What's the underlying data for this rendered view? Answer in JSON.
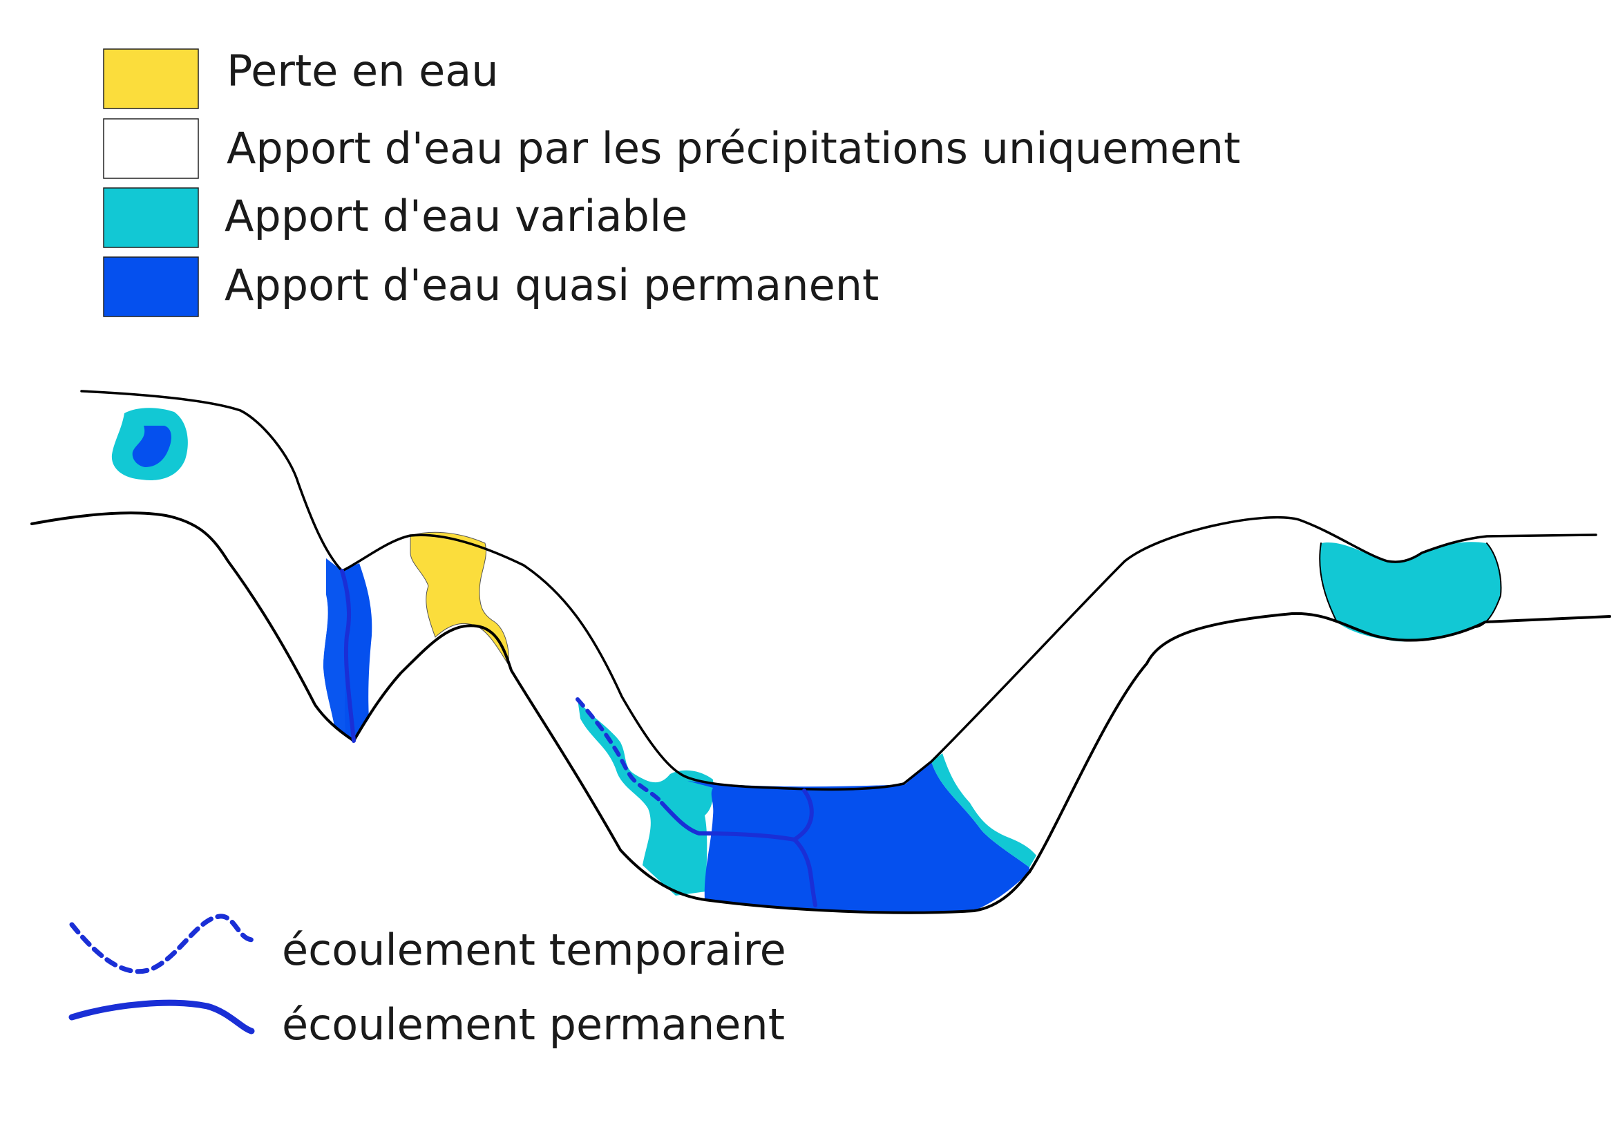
{
  "legend_areas": [
    {
      "label": "Perte en eau",
      "color": "#fbdd3c"
    },
    {
      "label": "Apport d'eau par les précipitations uniquement",
      "color": "#ffffff"
    },
    {
      "label": "Apport d'eau variable",
      "color": "#12c8d4"
    },
    {
      "label": "Apport d'eau quasi permanent",
      "color": "#0550ee"
    }
  ],
  "legend_flows": [
    {
      "label": "écoulement temporaire",
      "style": "dashed",
      "color": "#1a2fd6"
    },
    {
      "label": "écoulement permanent",
      "style": "solid",
      "color": "#1a2fd6"
    }
  ],
  "colors": {
    "outline": "#000000",
    "loss": "#fbdd3c",
    "variable": "#12c8d4",
    "permanent": "#0550ee",
    "flow": "#1a2fd6"
  }
}
